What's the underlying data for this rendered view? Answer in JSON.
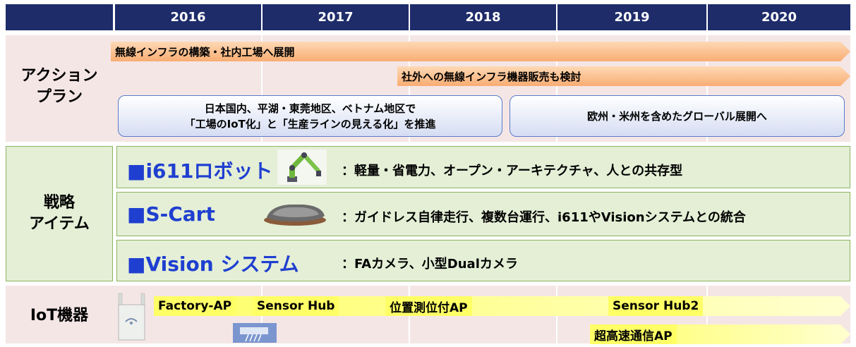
{
  "years": [
    "2016",
    "2017",
    "2018",
    "2019",
    "2020"
  ],
  "action": {
    "label_line1": "アクション",
    "label_line2": "プラン",
    "arrow1": "無線インフラの構築・社内工場へ展開",
    "arrow2": "社外への無線インフラ機器販売も検討",
    "box1_line1": "日本国内、平湖・東莞地区、ベトナム地区で",
    "box1_line2": "「工場のIoT化」と「生産ラインの見える化」を推進",
    "box2": "欧州・米州を含めたグローバル展開へ"
  },
  "strategy": {
    "label_line1": "戦略",
    "label_line2": "アイテム",
    "items": [
      {
        "title": "■i611ロボット",
        "desc": "：軽量・省電力、オープン・アーキテクチャ、人との共存型",
        "icon": "robot-arm-icon"
      },
      {
        "title": "■S-Cart",
        "desc": "：ガイドレス自律走行、複数台運行、i611やVisionシステムとの統合",
        "icon": "s-cart-icon"
      },
      {
        "title": "■Vision システム",
        "desc": "：FAカメラ、小型Dualカメラ",
        "icon": ""
      }
    ]
  },
  "iot": {
    "label": "IoT機器",
    "items": [
      "Factory-AP",
      "Sensor Hub",
      "位置測位付AP",
      "Sensor Hub2",
      "超高速通信AP"
    ],
    "icons": [
      "access-point-icon",
      "sensor-hub-icon"
    ]
  },
  "colors": {
    "header": "#1e2c6a",
    "action_bg": "#f5e6e6",
    "strategy_bg": "#e4efd6",
    "orange_arrow": "#f9ad73",
    "yellow_arrow": "#ffff66",
    "title_blue": "#1f3fd0"
  }
}
